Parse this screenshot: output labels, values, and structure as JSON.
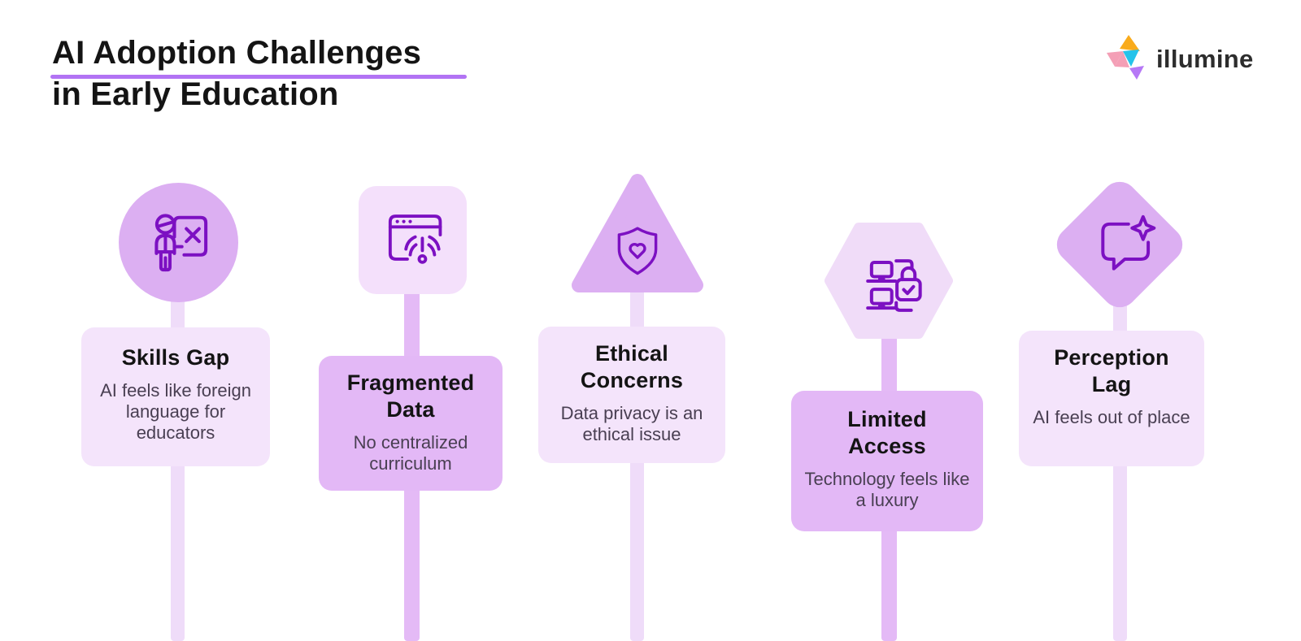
{
  "header": {
    "title_line1": "AI Adoption Challenges",
    "title_line2": "in Early Education"
  },
  "logo": {
    "text": "illumine"
  },
  "colors": {
    "icon_stroke": "#7c10c2",
    "medium_purple": "#dcaff2",
    "icon_light": "#f4e0fb",
    "hex_light": "#f0dcf8",
    "card_light": "#f4e4fb",
    "card_dark": "#e3b8f6",
    "stem_light": "#efdcf9",
    "stem_dark": "#e4baf6",
    "underline": "#a55bf2",
    "logo_orange": "#f9ab1c",
    "logo_pink": "#f49fb6",
    "logo_cyan": "#25c3ea",
    "logo_purple": "#b678f6"
  },
  "columns": [
    {
      "shape": "circle",
      "icon": "teacher-board-x-icon",
      "title": "Skills Gap",
      "description": "AI feels like foreign language for educators",
      "tone": "light"
    },
    {
      "shape": "square",
      "icon": "browser-wifi-alert-icon",
      "title": "Fragmented Data",
      "description": "No centralized curriculum",
      "tone": "dark"
    },
    {
      "shape": "triangle",
      "icon": "shield-heart-icon",
      "title": "Ethical Concerns",
      "description": "Data privacy is an ethical issue",
      "tone": "light"
    },
    {
      "shape": "hexagon",
      "icon": "devices-lock-icon",
      "title": "Limited Access",
      "description": "Technology feels like a luxury",
      "tone": "dark"
    },
    {
      "shape": "diamond",
      "icon": "chat-sparkle-icon",
      "title": "Perception Lag",
      "description": "AI feels out of place",
      "tone": "light"
    }
  ]
}
